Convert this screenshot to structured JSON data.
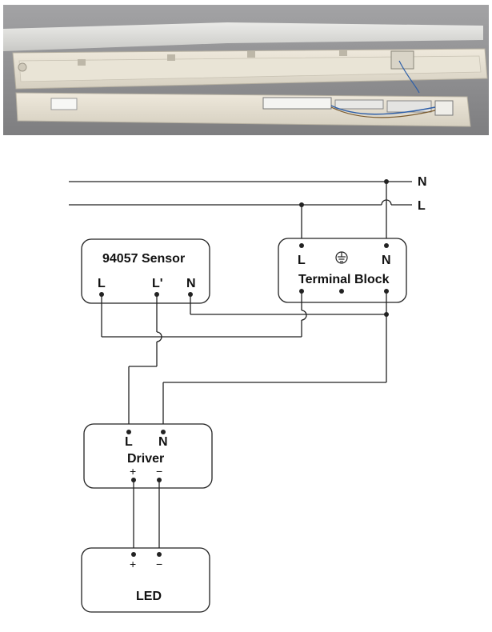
{
  "lines": {
    "n_label": "N",
    "l_label": "L"
  },
  "sensor": {
    "title": "94057 Sensor",
    "terminal_l": "L",
    "terminal_lprime": "L'",
    "terminal_n": "N"
  },
  "terminal_block": {
    "title": "Terminal Block",
    "terminal_l": "L",
    "terminal_n": "N"
  },
  "driver": {
    "title": "Driver",
    "terminal_l": "L",
    "terminal_n": "N",
    "plus": "+",
    "minus": "−"
  },
  "led": {
    "title": "LED",
    "plus": "+",
    "minus": "−"
  },
  "colors": {
    "photo_bg": "#8f8f91",
    "fixture": "#e6e1d3",
    "wire": "#222222"
  }
}
